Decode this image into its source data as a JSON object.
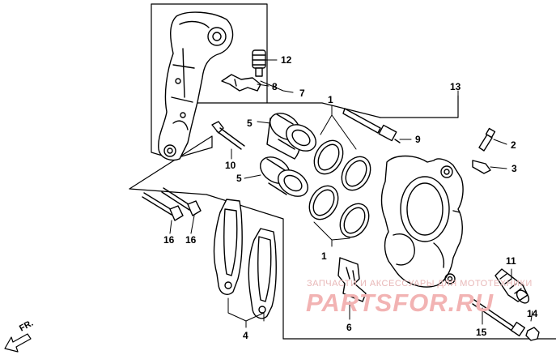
{
  "callouts": {
    "c1a": "1",
    "c1b": "1",
    "c2": "2",
    "c3": "3",
    "c4": "4",
    "c5a": "5",
    "c5b": "5",
    "c6": "6",
    "c7": "7",
    "c8": "8",
    "c9": "9",
    "c10": "10",
    "c11": "11",
    "c12": "12",
    "c13": "13",
    "c14": "14",
    "c15": "15",
    "c16a": "16",
    "c16b": "16"
  },
  "direction_label": "FR.",
  "watermark": {
    "tagline": "ЗАПЧАСТИ И АКСЕССУАРЫ ДЛЯ МОТОТЕХНИКИ",
    "logo": "PARTSFOR.RU"
  },
  "colors": {
    "line": "#000000",
    "watermark": "#f2b3b3"
  }
}
